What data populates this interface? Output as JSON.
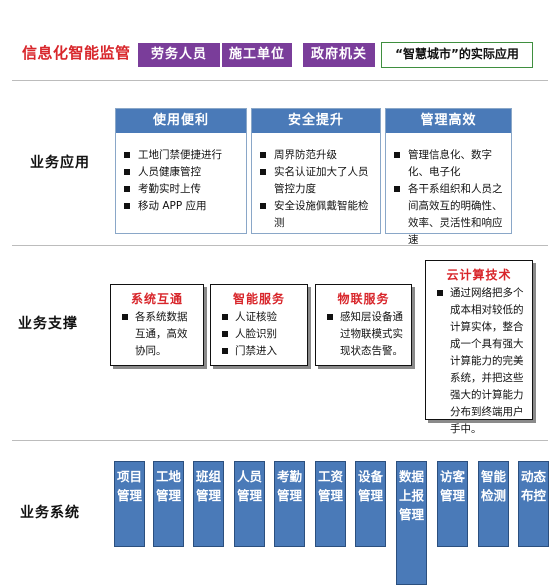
{
  "header": {
    "title": "信息化智能监管",
    "tags": [
      "劳务人员",
      "施工单位",
      "政府机关"
    ],
    "highlight": "“智慧城市”的实际应用"
  },
  "rows": {
    "business_application": "业务应用",
    "business_support": "业务支撑",
    "business_system": "业务系统"
  },
  "application_cards": [
    {
      "title": "使用便利",
      "items": [
        "工地门禁便捷进行",
        "人员健康管控",
        "考勤实时上传",
        "移动 APP 应用"
      ]
    },
    {
      "title": "安全提升",
      "items": [
        "周界防范升级",
        "实名认证加大了人员管控力度",
        "安全设施佩戴智能检测"
      ]
    },
    {
      "title": "管理高效",
      "items": [
        "管理信息化、数字化、电子化",
        "各干系组织和人员之间高效互的明确性、效率、灵活性和响应速"
      ]
    }
  ],
  "support_boxes": [
    {
      "title": "系统互通",
      "items": [
        "各系统数据互通，高效协同。"
      ]
    },
    {
      "title": "智能服务",
      "items": [
        "人证核验",
        "人脸识别",
        "门禁进入"
      ]
    },
    {
      "title": "物联服务",
      "items": [
        "感知层设备通过物联模式实现状态告警。"
      ]
    },
    {
      "title": "云计算技术",
      "items": [
        "通过网络把多个成本相对较低的计算实体，整合成一个具有强大计算能力的完美系统，并把这些强大的计算能力分布到终端用户手中。"
      ]
    }
  ],
  "systems": [
    "项目管理",
    "工地管理",
    "班组管理",
    "人员管理",
    "考勤管理",
    "工资管理",
    "设备管理",
    "数据上报管理",
    "访客管理",
    "智能检测",
    "动态布控"
  ],
  "colors": {
    "title_red": "#d8262b",
    "purple": "#7a3d9a",
    "blue": "#4a7ab8",
    "green_border": "#3f8f3f"
  }
}
